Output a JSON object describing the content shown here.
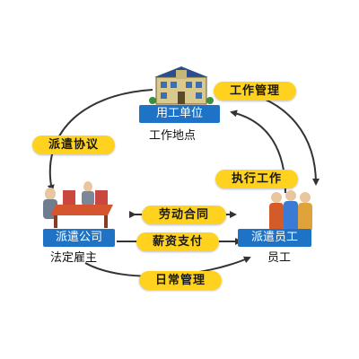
{
  "colors": {
    "label_bg": "#1f73c6",
    "pill_bg": "#ffd21f",
    "arrow": "#333333"
  },
  "nodes": {
    "employer": {
      "label": "用工单位",
      "sub": "工作地点",
      "icon": "office-building-icon"
    },
    "agency": {
      "label": "派遣公司",
      "sub": "法定雇主",
      "icon": "meeting-table-icon"
    },
    "employee": {
      "label": "派遣员工",
      "sub": "员工",
      "icon": "workers-group-icon"
    }
  },
  "relations": {
    "work_management": "工作管理",
    "dispatch_agreement": "派遣协议",
    "perform_work": "执行工作",
    "labor_contract": "劳动合同",
    "salary_payment": "薪资支付",
    "daily_management": "日常管理"
  }
}
